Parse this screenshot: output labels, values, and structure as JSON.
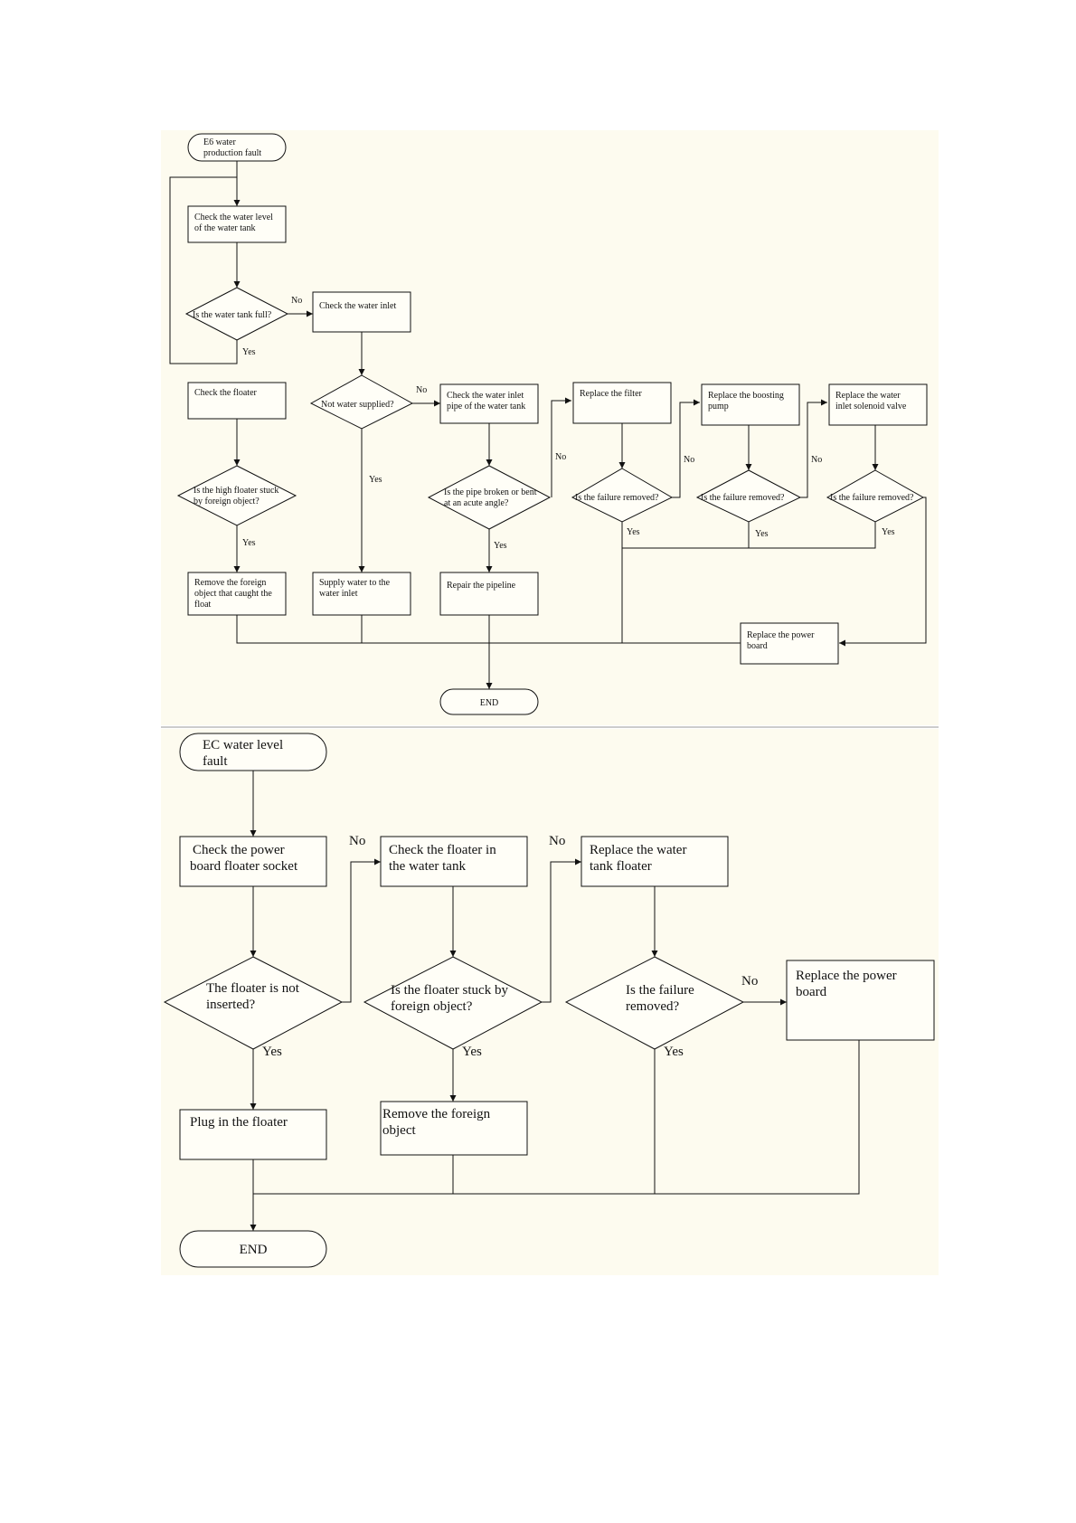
{
  "colors": {
    "panel_bg": "#fdfbef",
    "line": "#111111",
    "box_fill": "#fffef7"
  },
  "e6": {
    "start": [
      "E6 water",
      "production fault"
    ],
    "check_level": [
      "Check the water level",
      "of the water tank"
    ],
    "tank_full": [
      "Is the water tank full?"
    ],
    "check_inlet": [
      "Check the water inlet"
    ],
    "check_floater": [
      "Check the floater"
    ],
    "not_supplied": [
      "Not water supplied?"
    ],
    "check_pipe": [
      "Check the water inlet",
      "pipe of the water tank"
    ],
    "replace_filter": [
      "Replace the filter"
    ],
    "replace_pump": [
      "Replace the boosting",
      "pump"
    ],
    "replace_valve": [
      "Replace the water",
      "inlet solenoid valve"
    ],
    "floater_stuck": [
      "Is the high floater stuck",
      "by foreign object?"
    ],
    "pipe_broken": [
      "Is the pipe broken or bent",
      "at an acute angle?"
    ],
    "failure1": [
      "Is the failure removed?"
    ],
    "failure2": [
      "Is the failure removed?"
    ],
    "failure3": [
      "Is the failure removed?"
    ],
    "remove_object": [
      "Remove the foreign",
      "object that caught the",
      "float"
    ],
    "supply_water": [
      "Supply water to the",
      "water inlet"
    ],
    "repair_pipe": [
      "Repair the pipeline"
    ],
    "replace_board": [
      "Replace the power",
      "board"
    ],
    "end": [
      "END"
    ],
    "yes": "Yes",
    "no": "No"
  },
  "ec": {
    "start": [
      "EC water level",
      "fault"
    ],
    "check_socket": [
      "Check the power",
      "board floater socket"
    ],
    "check_floater": [
      "Check the floater in",
      "the water tank"
    ],
    "replace_floater": [
      "Replace the water",
      "tank floater"
    ],
    "not_inserted": [
      "The floater is not",
      "inserted?"
    ],
    "floater_stuck": [
      "Is the floater stuck by",
      "foreign object?"
    ],
    "failure": [
      "Is the failure",
      "removed?"
    ],
    "replace_board": [
      "Replace the power",
      "board"
    ],
    "plug_in": [
      "Plug in the floater"
    ],
    "remove_object": [
      "Remove the foreign",
      "object"
    ],
    "end": [
      "END"
    ],
    "yes": "Yes",
    "no": "No"
  }
}
